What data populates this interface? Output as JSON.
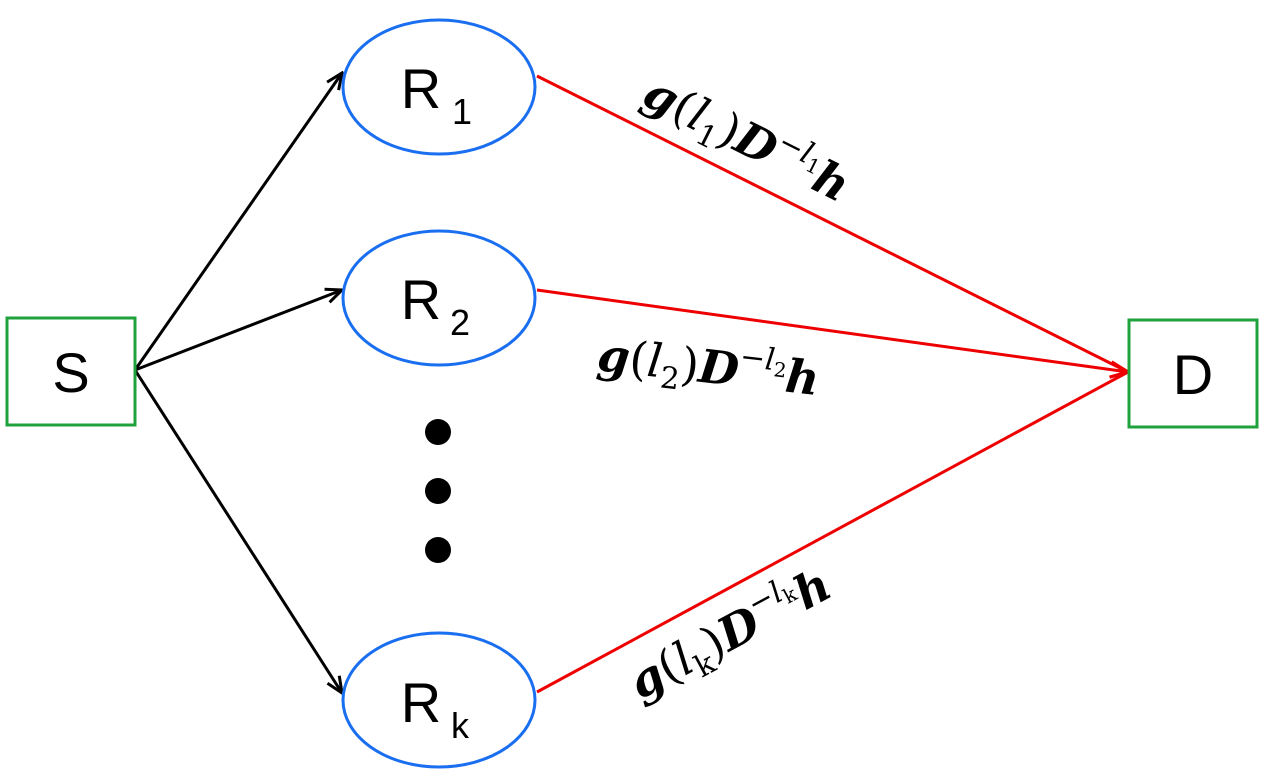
{
  "colors": {
    "box_border": "#1fa23c",
    "ellipse_border": "#1a6ef0",
    "relay_to_dest_edge": "#ee0000",
    "source_to_relay_edge": "#000000",
    "dots": "#000000"
  },
  "nodes": {
    "source": {
      "label": "S"
    },
    "destination": {
      "label": "D"
    },
    "relays": [
      {
        "base": "R",
        "sub": "1"
      },
      {
        "base": "R",
        "sub": "2"
      },
      {
        "base": "R",
        "sub": "k"
      }
    ]
  },
  "edge_labels": [
    {
      "g": "g",
      "l": "l",
      "sub": "1",
      "D": "D",
      "minus": "−",
      "exp_l": "l",
      "exp_sub": "1",
      "h": "h"
    },
    {
      "g": "g",
      "l": "l",
      "sub": "2",
      "D": "D",
      "minus": "−",
      "exp_l": "l",
      "exp_sub": "2",
      "h": "h"
    },
    {
      "g": "g",
      "l": "l",
      "sub": "k",
      "D": "D",
      "minus": "−",
      "exp_l": "l",
      "exp_sub": "k",
      "h": "h"
    }
  ],
  "ellipsis_dots": 3
}
